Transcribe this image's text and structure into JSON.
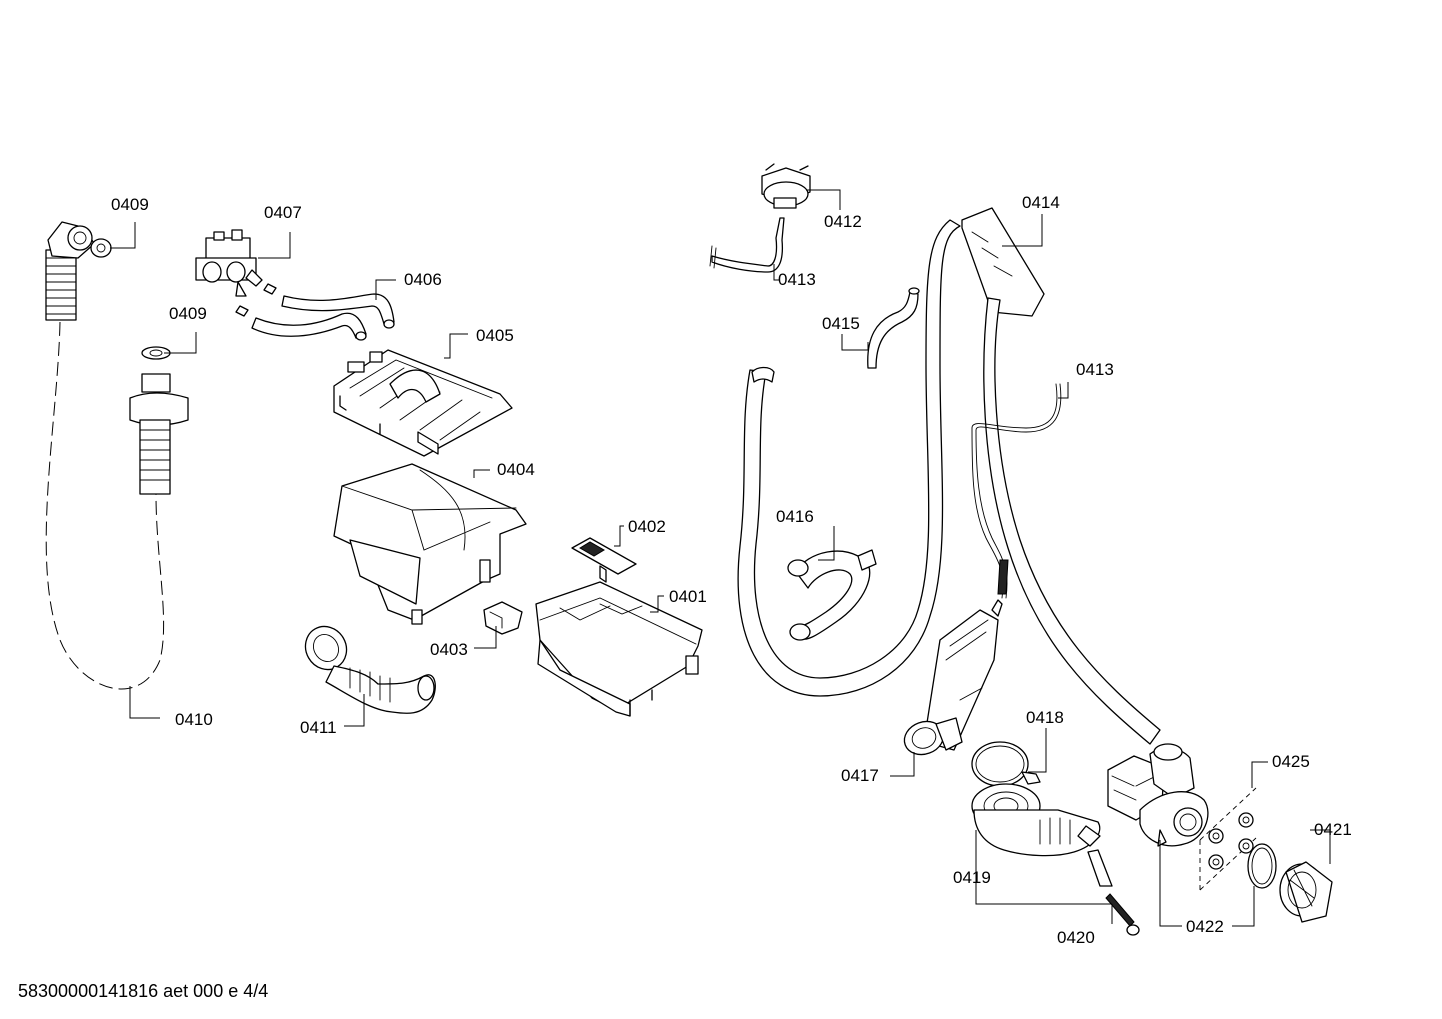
{
  "diagram": {
    "footer": "58300000141816 aet 000 e 4/4",
    "labels": {
      "p0401": "0401",
      "p0402": "0402",
      "p0403": "0403",
      "p0404": "0404",
      "p0405": "0405",
      "p0406": "0406",
      "p0407": "0407",
      "p0409a": "0409",
      "p0409b": "0409",
      "p0410": "0410",
      "p0411": "0411",
      "p0412": "0412",
      "p0413a": "0413",
      "p0413b": "0413",
      "p0414": "0414",
      "p0415": "0415",
      "p0416": "0416",
      "p0417": "0417",
      "p0418": "0418",
      "p0419": "0419",
      "p0420": "0420",
      "p0421": "0421",
      "p0422": "0422",
      "p0425": "0425"
    }
  }
}
